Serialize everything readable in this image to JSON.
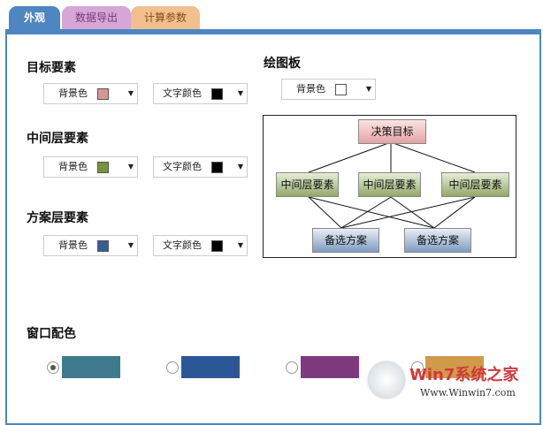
{
  "tabs": [
    {
      "label": "外观",
      "active": true
    },
    {
      "label": "数据导出"
    },
    {
      "label": "计算参数"
    }
  ],
  "sections": [
    {
      "title": "目标要素",
      "bg_label": "背景色",
      "bg_color": "#d99694",
      "text_label": "文字颜色",
      "text_color": "#000000"
    },
    {
      "title": "中间层要素",
      "bg_label": "背景色",
      "bg_color": "#77933c",
      "text_label": "文字颜色",
      "text_color": "#000000"
    },
    {
      "title": "方案层要素",
      "bg_label": "背景色",
      "bg_color": "#376092",
      "text_label": "文字颜色",
      "text_color": "#000000"
    }
  ],
  "canvas": {
    "title": "绘图板",
    "bg_label": "背景色",
    "bg_color": "#ffffff"
  },
  "diagram": {
    "goal": "决策目标",
    "middle": [
      "中间层要素",
      "中间层要素",
      "中间层要素"
    ],
    "alternatives": [
      "备选方案",
      "备选方案"
    ]
  },
  "window_colors": {
    "title": "窗口配色",
    "options": [
      {
        "color": "#3f7a8e",
        "selected": true
      },
      {
        "color": "#2b5797",
        "selected": false
      },
      {
        "color": "#7f3a7f",
        "selected": false
      },
      {
        "color": "#d09a4a",
        "selected": false
      }
    ]
  },
  "watermark": {
    "text": "Win7系统之家",
    "url": "Www.Winwin7.com"
  }
}
